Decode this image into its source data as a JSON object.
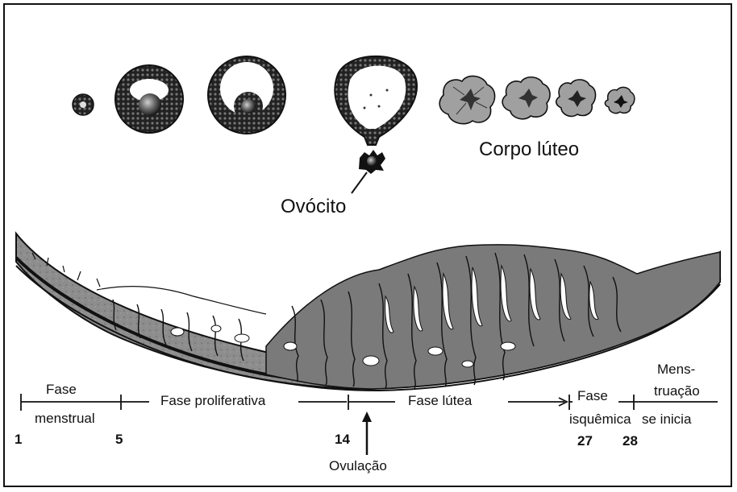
{
  "labels": {
    "corpus": "Corpo lúteo",
    "oocyte": "Ovócito",
    "ovulation": "Ovulação"
  },
  "timeline": {
    "menstrual_top": "Fase",
    "menstrual_bottom": "menstrual",
    "proliferative": "Fase proliferativa",
    "luteal": "Fase lútea",
    "ischemic_top": "Fase",
    "ischemic_bottom": "isquêmica",
    "mens_1": "Mens-",
    "mens_2": "truação",
    "mens_3": "se inicia"
  },
  "days": {
    "d1": "1",
    "d5": "5",
    "d14": "14",
    "d27": "27",
    "d28": "28"
  }
}
